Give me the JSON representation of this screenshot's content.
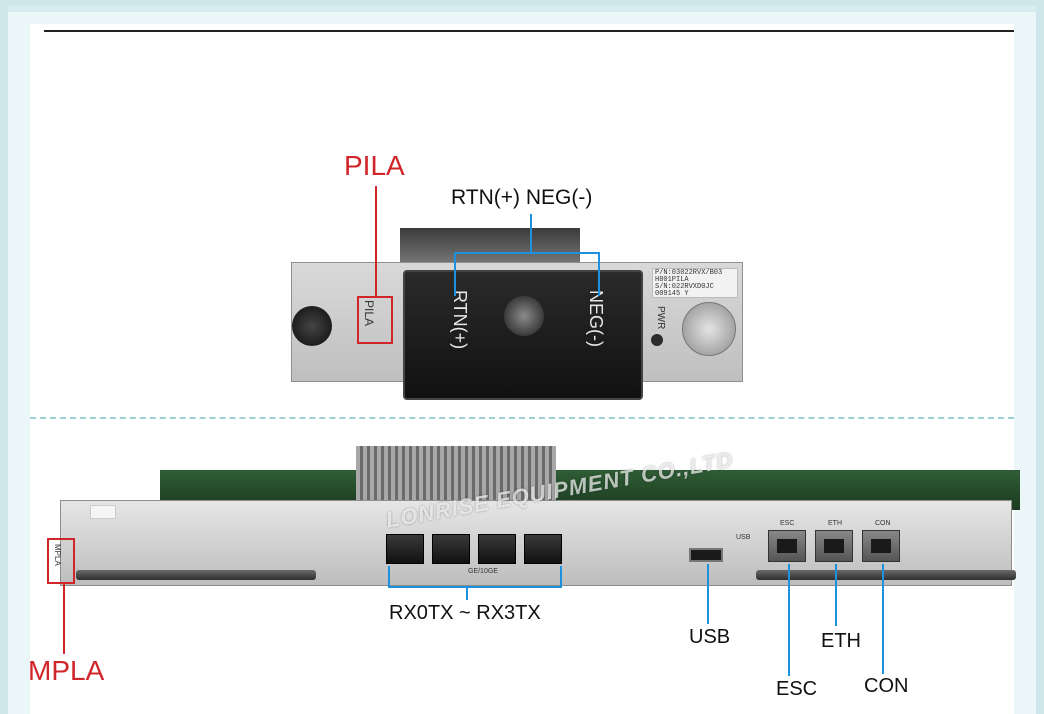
{
  "top_module": {
    "name_label": "PILA",
    "terminal_labels": "RTN(+)  NEG(-)",
    "silk_pila": "PILA",
    "silk_rtn": "RTN(+)",
    "silk_neg": "NEG(-)",
    "silk_pwr": "PWR",
    "sticker_lines": [
      "P/N:03022RVX/B03",
      "H801PILA",
      "S/N:022RVXD0JC",
      "009145        Y"
    ]
  },
  "bottom_module": {
    "name_label": "MPLA",
    "watermark": "LONRISE EQUIPMENT CO.,LTD",
    "callouts": {
      "optical_ports": "RX0TX ~ RX3TX",
      "usb": "USB",
      "esc": "ESC",
      "eth": "ETH",
      "con": "CON"
    },
    "panel_labels": {
      "esc": "ESC",
      "eth": "ETH",
      "con": "CON",
      "usb": "USB",
      "ge": "GE/10GE",
      "mpla": "MPLA"
    }
  },
  "colors": {
    "callout_red": "#d0262b",
    "callout_blue": "#1f8fe0",
    "background": "#cfe6ea"
  }
}
